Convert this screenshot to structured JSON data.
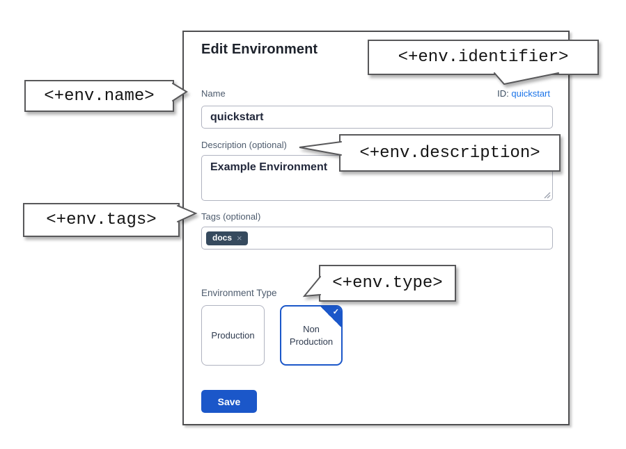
{
  "modal": {
    "title": "Edit Environment",
    "name_field": {
      "label": "Name",
      "value": "quickstart"
    },
    "identifier": {
      "label": "ID:",
      "value": "quickstart"
    },
    "description_field": {
      "label": "Description (optional)",
      "value": "Example Environment"
    },
    "tags_field": {
      "label": "Tags (optional)",
      "tags": [
        {
          "label": "docs",
          "remove_icon": "×"
        }
      ]
    },
    "environment_type": {
      "label": "Environment Type",
      "check_icon": "✓",
      "options": [
        {
          "label": "Production",
          "selected": false
        },
        {
          "label": "Non Production",
          "selected": true
        }
      ]
    },
    "save_button_label": "Save"
  },
  "callouts": [
    {
      "target": "name",
      "text": "<+env.name>"
    },
    {
      "target": "identifier",
      "text": "<+env.identifier>"
    },
    {
      "target": "description",
      "text": "<+env.description>"
    },
    {
      "target": "tags",
      "text": "<+env.tags>"
    },
    {
      "target": "type",
      "text": "<+env.type>"
    }
  ],
  "colors": {
    "primary_blue": "#1b57c9",
    "link_blue": "#1a73e8",
    "tag_chip_bg": "#364a5e",
    "callout_border": "#58585a"
  }
}
